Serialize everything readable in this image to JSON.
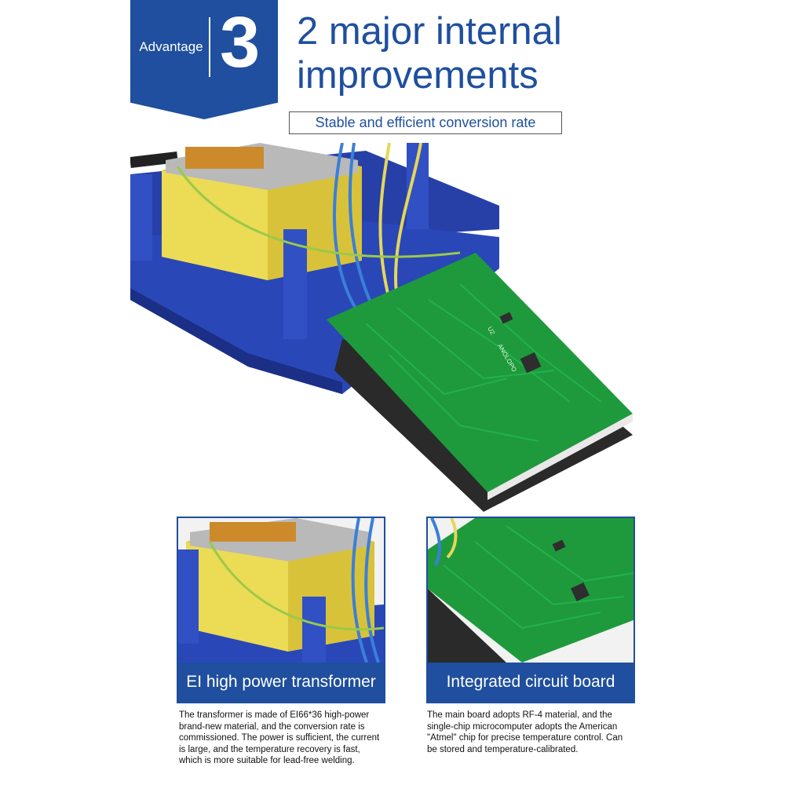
{
  "header": {
    "badge_label": "Advantage",
    "badge_number": "3",
    "title": "2 major internal improvements",
    "subtitle": "Stable and efficient conversion rate"
  },
  "hero": {
    "board_marking_1": "U2",
    "board_marking_2": "ANOLOPO"
  },
  "features": [
    {
      "title": "EI high power transformer",
      "description": "The transformer is made of EI66*36 high-power brand-new material, and the conversion rate is commissioned. The power is sufficient, the current is large, and the temperature recovery is fast, which is more suitable for lead-free welding."
    },
    {
      "title": "Integrated circuit board",
      "description": "The main board adopts RF-4 material, and the single-chip microcomputer adopts the American \"Atmel\" chip for precise temperature control. Can be stored and temperature-calibrated."
    }
  ],
  "colors": {
    "brand_blue": "#1f4f9e",
    "pcb_green": "#1e9a3c",
    "transformer_yellow": "#e9d64a",
    "housing_blue": "#2a47b8"
  }
}
